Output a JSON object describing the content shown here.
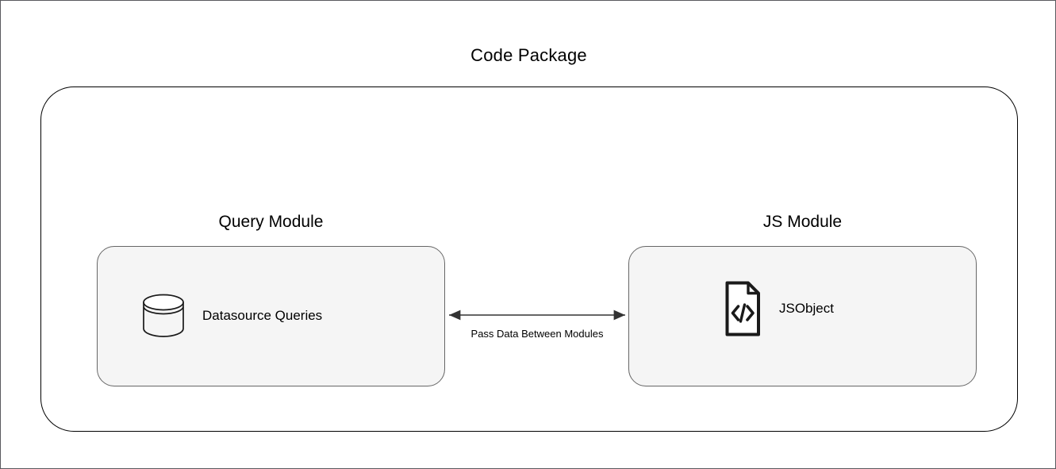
{
  "diagram": {
    "title": "Code Package",
    "outer_container_name": "Code Package",
    "border_color": "#000000",
    "module_fill": "#f5f5f5",
    "module_border": "#666666",
    "modules": [
      {
        "id": "query-module",
        "label": "Query Module",
        "node_label": "Datasource Queries",
        "node_icon": "database-cylinder-icon"
      },
      {
        "id": "js-module",
        "label": "JS Module",
        "node_label": "JSObject",
        "node_icon": "code-file-icon"
      }
    ],
    "connector": {
      "label": "Pass Data Between Modules",
      "style": "double-headed-arrow",
      "from": "Query Module",
      "to": "JS Module"
    }
  }
}
